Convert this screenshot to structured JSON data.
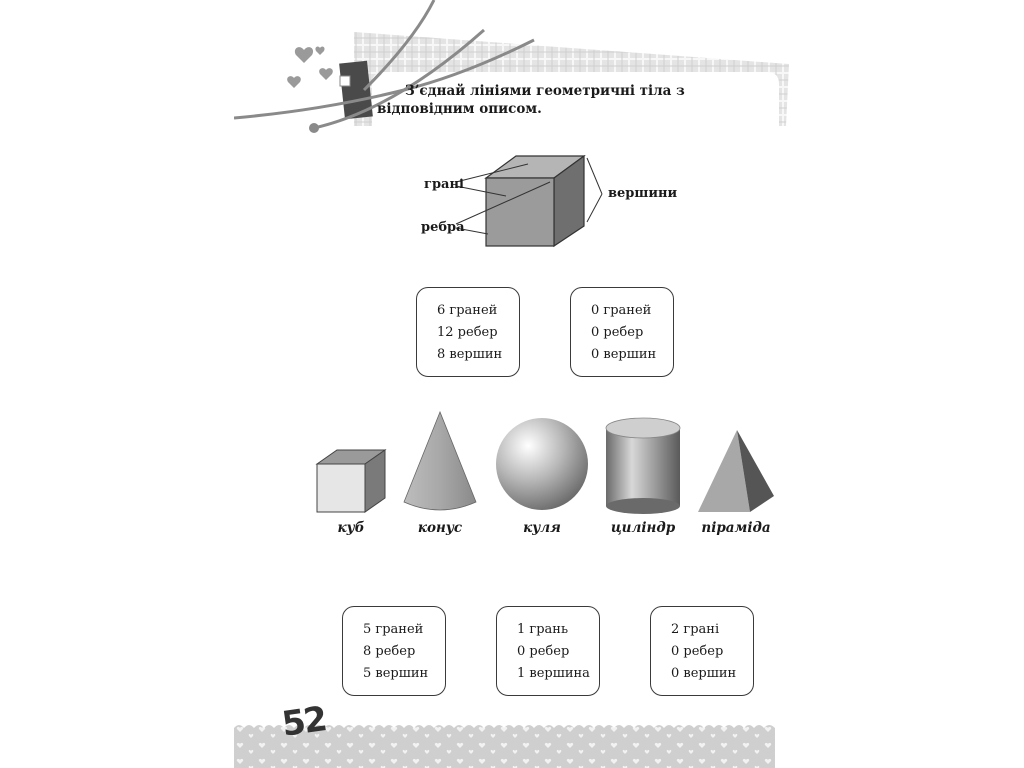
{
  "task": {
    "text": "З’єднай лініями геометричні тіла з відповідним описом."
  },
  "diagram": {
    "faces_label": "грані",
    "edges_label": "ребра",
    "vertices_label": "вершини"
  },
  "top_cards": [
    {
      "lines": [
        "6 граней",
        "12 ребер",
        "8 вершин"
      ]
    },
    {
      "lines": [
        "0 граней",
        "0 ребер",
        "0 вершин"
      ]
    }
  ],
  "shapes": [
    {
      "label": "куб",
      "icon": "cube-icon"
    },
    {
      "label": "конус",
      "icon": "cone-icon"
    },
    {
      "label": "куля",
      "icon": "sphere-icon"
    },
    {
      "label": "циліндр",
      "icon": "cylinder-icon"
    },
    {
      "label": "піраміда",
      "icon": "pyramid-icon"
    }
  ],
  "bottom_cards": [
    {
      "lines": [
        "5 граней",
        "8 ребер",
        "5 вершин"
      ]
    },
    {
      "lines": [
        "1 грань",
        "0 ребер",
        "1 вершина"
      ]
    },
    {
      "lines": [
        "2 грані",
        "0 ребер",
        "0 вершин"
      ]
    }
  ],
  "page_number": "52",
  "colors": {
    "banner": "#e6e6e6",
    "shape_gray": "#9a9a9a",
    "footer": "#cfcfcf"
  }
}
